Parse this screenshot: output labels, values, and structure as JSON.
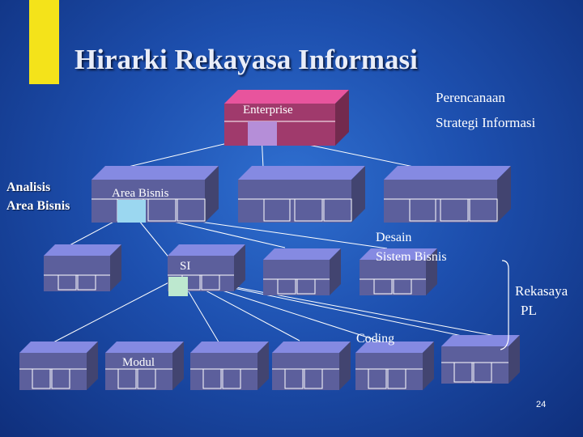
{
  "slide": {
    "title": "Hirarki Rekayasa Informasi",
    "page_number": "24"
  },
  "labels": {
    "enterprise": "Enterprise",
    "area_bisnis": "Area Bisnis",
    "si": "SI",
    "modul": "Modul",
    "coding": "Coding"
  },
  "side_labels": {
    "perencanaan_line1": "Perencanaan",
    "perencanaan_line2": "Strategi Informasi",
    "analisis_line1": "Analisis",
    "analisis_line2": "Area Bisnis",
    "desain_line1": "Desain",
    "desain_line2": "Sistem Bisnis",
    "rekasaya_line1": "Rekasaya",
    "rekasaya_line2": "PL"
  },
  "colors": {
    "accent_bar": "#f4e31a",
    "enterprise_front": "#a03a6c",
    "box_front": "#5c5f9c",
    "box_top": "#8a8cc4",
    "box_side": "#44477e",
    "highlight_enterprise": "#b58ed8",
    "highlight_area": "#9bd7f0",
    "highlight_si": "#bde8cf"
  }
}
